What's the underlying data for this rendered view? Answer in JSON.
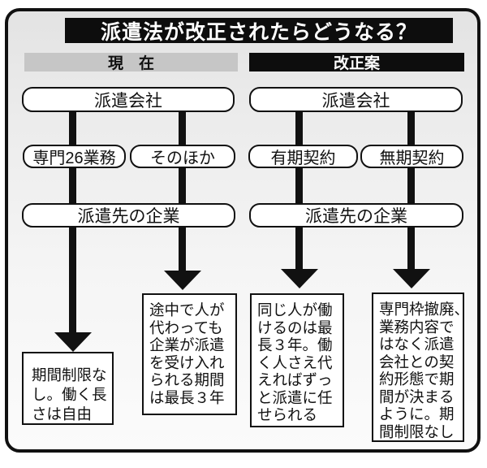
{
  "title": "派遣法が改正されたらどうなる？",
  "columns": {
    "current": {
      "header": "現　在",
      "agency": "派遣会社",
      "branches": [
        "専門26業務",
        "そのほか"
      ],
      "client": "派遣先の企業",
      "outcomes": [
        "期間制限な\nし。働く長\nさは自由",
        "途中で人が\n代わっても\n企業が派遣\nを受け入れ\nられる期間\nは最長３年"
      ]
    },
    "revised": {
      "header": "改正案",
      "agency": "派遣会社",
      "branches": [
        "有期契約",
        "無期契約"
      ],
      "client": "派遣先の企業",
      "outcomes": [
        "同じ人が働\nけるのは最\n長３年。働\nく人さえ代\nえればずっ\nと派遣に任\nせられる",
        "専門枠撤廃、\n業務内容で\nはなく派遣\n会社との契\n約形態で期\n間が決まる\nように。期\n間制限なし"
      ]
    }
  },
  "colors": {
    "frame_border": "#111111",
    "title_bg": "#0d0d0d",
    "title_text": "#ffffff",
    "current_header_bg": "#c6c6c6",
    "revised_header_bg": "#0d0d0d",
    "box_bg": "#ffffff",
    "frame_bg_top": "#e3e3e3",
    "frame_bg_bottom": "#fbfbfb"
  }
}
